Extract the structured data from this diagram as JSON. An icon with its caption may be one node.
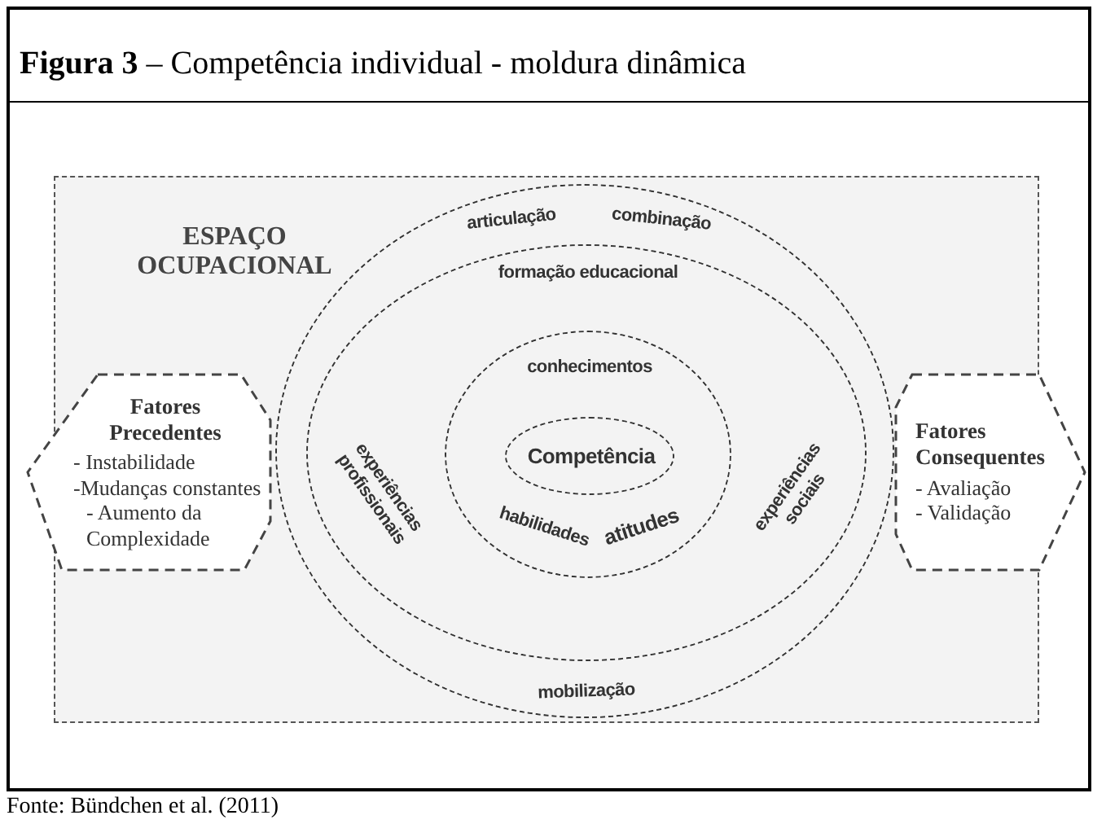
{
  "diagram": {
    "title": "**Figura 3** – Competência individual - moldura dinâmica",
    "caption": "Fonte:  Bündchen et al. (2011)",
    "nodes": [
      {
        "text": [
          "ESPAÇO OCUPACIONAL"
        ]
      },
      {
        "text": [
          "articulação",
          "combinação",
          "mobilização"
        ],
        "in": 0
      },
      {
        "text": [
          "formação educacional",
          "experiências profissionais",
          "experiências sociais"
        ],
        "in": 1
      },
      {
        "text": [
          "conhecimentos",
          "habilidades",
          "atitudes"
        ],
        "in": 2
      },
      {
        "text": [
          "Competência"
        ],
        "in": 3
      },
      {
        "text": [
          "Fatores Precedentes",
          "- Instabilidade",
          "-Mudanças constantes",
          "- Aumento da Complexidade"
        ]
      },
      {
        "text": [
          "Fatores Consequentes",
          "- Avaliação",
          "- Validação"
        ]
      }
    ]
  }
}
